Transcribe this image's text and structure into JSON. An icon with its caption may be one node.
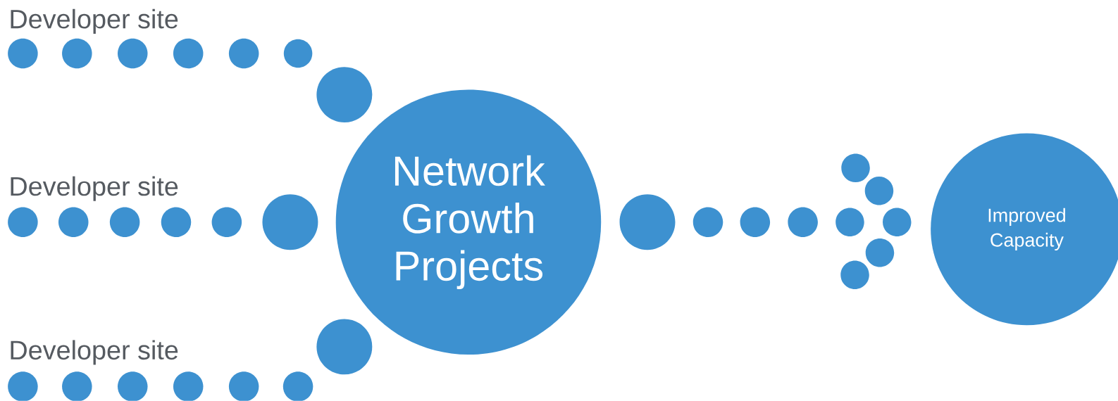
{
  "diagram": {
    "nodes": [
      {
        "text": [
          "Developer site"
        ]
      },
      {
        "text": [
          "Developer site"
        ]
      },
      {
        "text": [
          "Developer site"
        ]
      },
      {
        "text": [
          "Network Growth Projects"
        ]
      },
      {
        "text": [
          "Improved Capacity"
        ]
      }
    ]
  }
}
